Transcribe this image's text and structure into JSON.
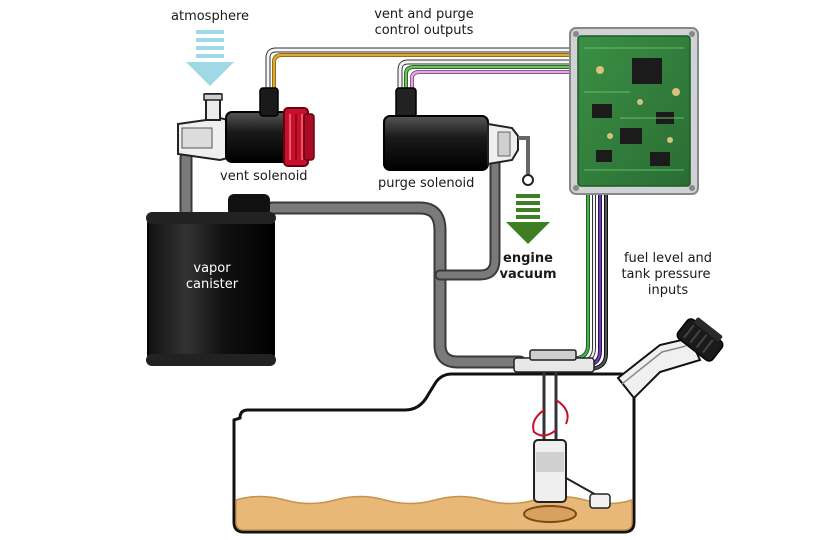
{
  "labels": {
    "atmosphere": "atmosphere",
    "vent_purge_line1": "vent and purge",
    "vent_purge_line2": "control outputs",
    "vent_solenoid": "vent solenoid",
    "purge_solenoid": "purge solenoid",
    "engine_vacuum_line1": "engine",
    "engine_vacuum_line2": "vacuum",
    "fuel_level_line1": "fuel level and",
    "fuel_level_line2": "tank pressure",
    "fuel_level_line3": "inputs",
    "vapor_canister_line1": "vapor",
    "vapor_canister_line2": "canister"
  },
  "colors": {
    "atmosphere_arrow": "#9fd8e6",
    "engine_vacuum_arrow": "#3f7f24",
    "fuel": "#e7b878",
    "hose": "#6d6d6d",
    "wire_vent": "#d6a32a",
    "wire_purge": "#d79bd7",
    "wire_purge_green": "#5aa84a",
    "wire_sensor_green": "#3d9c3d",
    "wire_sensor_purple": "#6a3aa0",
    "pcb": "#2f7d3a",
    "solenoid_red": "#c8102e"
  }
}
